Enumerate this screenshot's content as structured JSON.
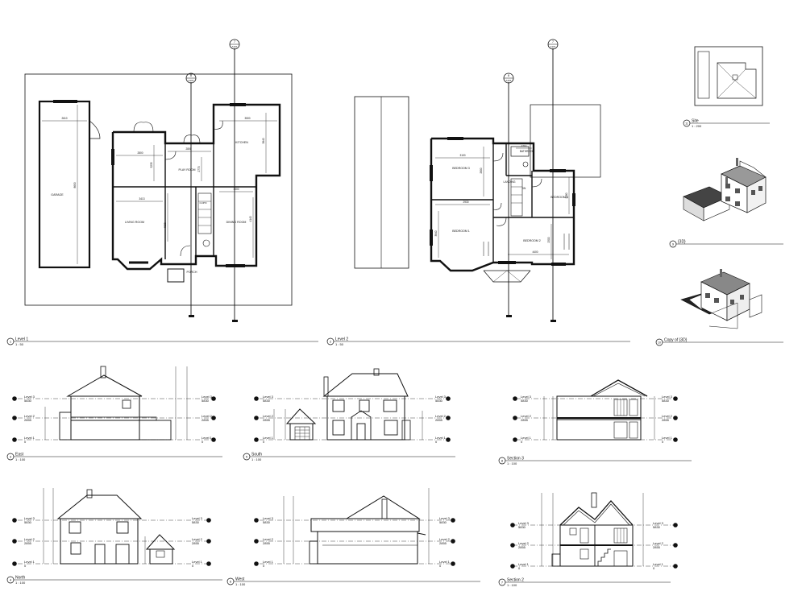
{
  "views": {
    "level1": {
      "title": "Level 1",
      "scale": "1 : 50",
      "num": "1"
    },
    "level2": {
      "title": "Level 2",
      "scale": "1 : 50",
      "num": "2"
    },
    "site": {
      "title": "Site",
      "scale": "1 : 200",
      "num": "11"
    },
    "view3d": {
      "title": "{3D}",
      "num": "9"
    },
    "copy3d": {
      "title": "Copy of {3D}",
      "num": "10"
    },
    "east": {
      "title": "East",
      "scale": "1 : 100",
      "num": "3"
    },
    "south": {
      "title": "South",
      "scale": "1 : 100",
      "num": "5"
    },
    "section3": {
      "title": "Section 3",
      "scale": "1 : 100",
      "num": "8"
    },
    "north": {
      "title": "North",
      "scale": "1 : 100",
      "num": "4"
    },
    "west": {
      "title": "West",
      "scale": "1 : 100",
      "num": "6"
    },
    "section2": {
      "title": "Section 2",
      "scale": "1 : 100",
      "num": "7"
    }
  },
  "rooms": {
    "garage": "GARAGE",
    "living": "LIVING ROOM",
    "play": "PLAY ROOM",
    "kitchen": "KITCHEN",
    "dining": "DINING ROOM",
    "porch": "PORCH",
    "cupd": "CUP'D",
    "bed1": "BEDROOM 1",
    "bed2": "BEDROOM 2",
    "bed3": "BEDROOM 3",
    "bed4": "BEDROOM 4",
    "bath": "BATHROOM",
    "landing": "LANDING",
    "dn": "DN"
  },
  "dims": {
    "d2610": "2610",
    "d8690": "8690",
    "d3500": "3500",
    "d2800": "2800",
    "d3413": "3413",
    "d4828": "4828",
    "d3235": "3235",
    "d3000": "3000",
    "d4140": "4140",
    "d2770": "2770",
    "d3840": "3840",
    "d2930": "2930",
    "d2710": "2710",
    "d3100": "3100",
    "d2480": "2480",
    "d2500": "2500",
    "d4400": "4400"
  },
  "levels": {
    "l3": {
      "name": "Level 3",
      "elev": "5830"
    },
    "l2": {
      "name": "Level 2",
      "elev": "2855"
    },
    "l1": {
      "name": "Level 1",
      "elev": "0"
    }
  },
  "markers": {
    "sec8": "8",
    "sec7": "7",
    "a101": "A101"
  }
}
